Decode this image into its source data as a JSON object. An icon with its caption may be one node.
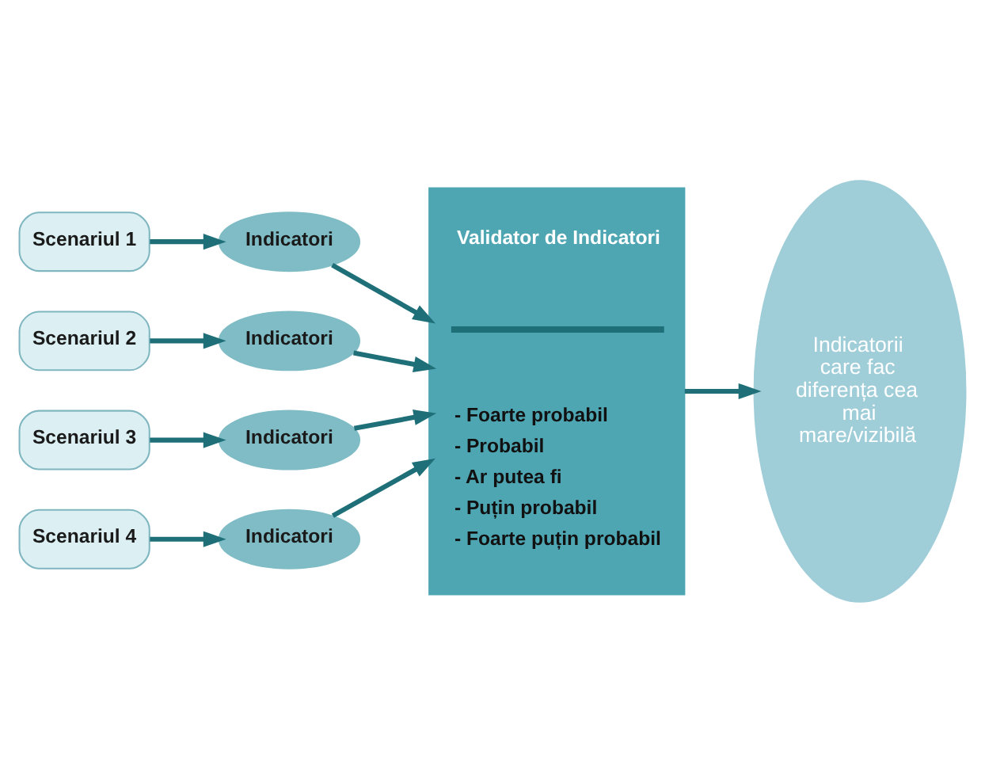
{
  "diagram": {
    "nodes": [
      {
        "text": [
          "Scenariul 1"
        ]
      },
      {
        "text": [
          "Scenariul 2"
        ]
      },
      {
        "text": [
          "Scenariul 3"
        ]
      },
      {
        "text": [
          "Scenariul 4"
        ]
      },
      {
        "text": [
          "Indicatori"
        ]
      },
      {
        "text": [
          "Indicatori"
        ]
      },
      {
        "text": [
          "Indicatori"
        ]
      },
      {
        "text": [
          "Indicatori"
        ]
      },
      {
        "text": [
          "Validator de Indicatori",
          "- Foarte probabil",
          "- Probabil",
          "- Ar putea fi",
          "- Puțin probabil",
          "- Foarte puțin probabil"
        ]
      },
      {
        "text": [
          "Indicatorii care fac diferența cea mai mare/vizibilă"
        ]
      }
    ],
    "edges": [
      {
        "from": 0,
        "to": 4,
        "arrow": "to"
      },
      {
        "from": 1,
        "to": 5,
        "arrow": "to"
      },
      {
        "from": 2,
        "to": 6,
        "arrow": "to"
      },
      {
        "from": 3,
        "to": 7,
        "arrow": "to"
      },
      {
        "from": 4,
        "to": 8,
        "arrow": "to"
      },
      {
        "from": 5,
        "to": 8,
        "arrow": "to"
      },
      {
        "from": 6,
        "to": 8,
        "arrow": "to"
      },
      {
        "from": 7,
        "to": 8,
        "arrow": "to"
      },
      {
        "from": 8,
        "to": 9,
        "arrow": "to"
      }
    ]
  }
}
